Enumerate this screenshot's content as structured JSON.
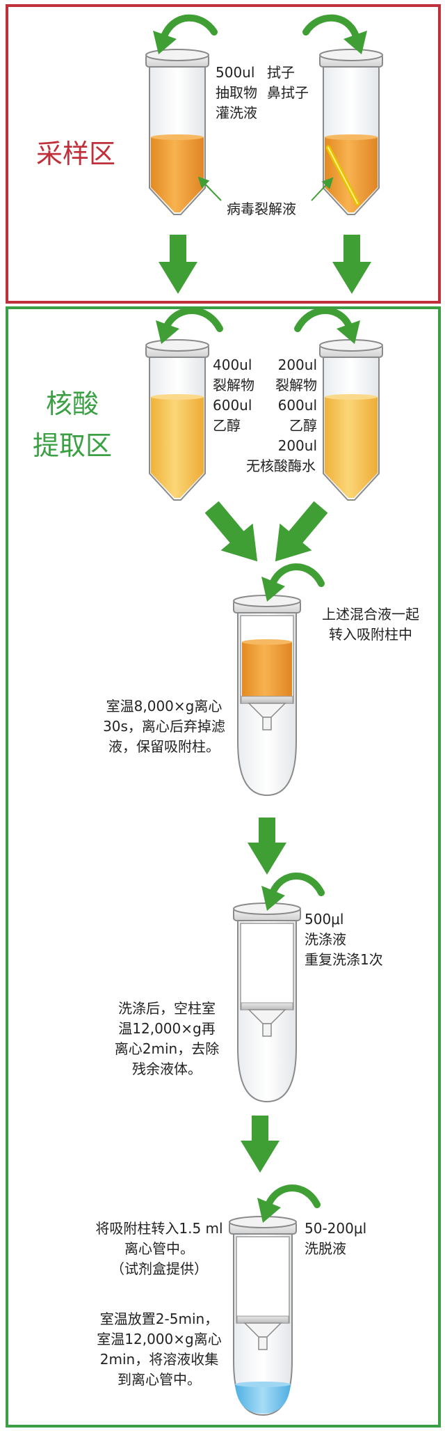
{
  "sampling_zone": {
    "title": "采样区",
    "border_color": "#c0303a",
    "left_tube_label": [
      "500ul",
      "抽取物",
      "灌洗液"
    ],
    "right_tube_label": [
      "拭子",
      "鼻拭子"
    ],
    "lysis_label": "病毒裂解液"
  },
  "extraction_zone": {
    "title_lines": [
      "核酸",
      "提取区"
    ],
    "border_color": "#3aa043",
    "left_tube_label": [
      "400ul",
      "裂解物",
      "600ul",
      "乙醇"
    ],
    "right_tube_label": [
      "200ul",
      "裂解物",
      "600ul",
      "乙醇",
      "200ul",
      "无核酸酶水"
    ],
    "step1": {
      "top_label": [
        "上述混合液一起",
        "转入吸附柱中"
      ],
      "side_label": [
        "室温8,000×g离心",
        "30s，离心后弃掉滤",
        "液，保留吸附柱。"
      ]
    },
    "step2": {
      "top_label": [
        "500μl",
        "洗涤液",
        "重复洗涤1次"
      ],
      "side_label": [
        "洗涤后，空柱室",
        "温12,000×g再",
        "离心2min，去除",
        "残余液体。"
      ]
    },
    "step3": {
      "top_label": [
        "50-200μl",
        "洗脱液"
      ],
      "side_label_a": [
        "将吸附柱转入1.5 ml",
        "离心管中。",
        "（试剂盒提供）"
      ],
      "side_label_b": [
        "室温放置2-5min，",
        "室温12,000×g离心",
        "2min，将溶液收集",
        "到离心管中。"
      ]
    }
  },
  "colors": {
    "arrow_green": "#3f9f35",
    "orange_liquid": "#f0a23a",
    "yellow_liquid": "#f6c453",
    "blue_liquid": "#6ec0ec"
  }
}
